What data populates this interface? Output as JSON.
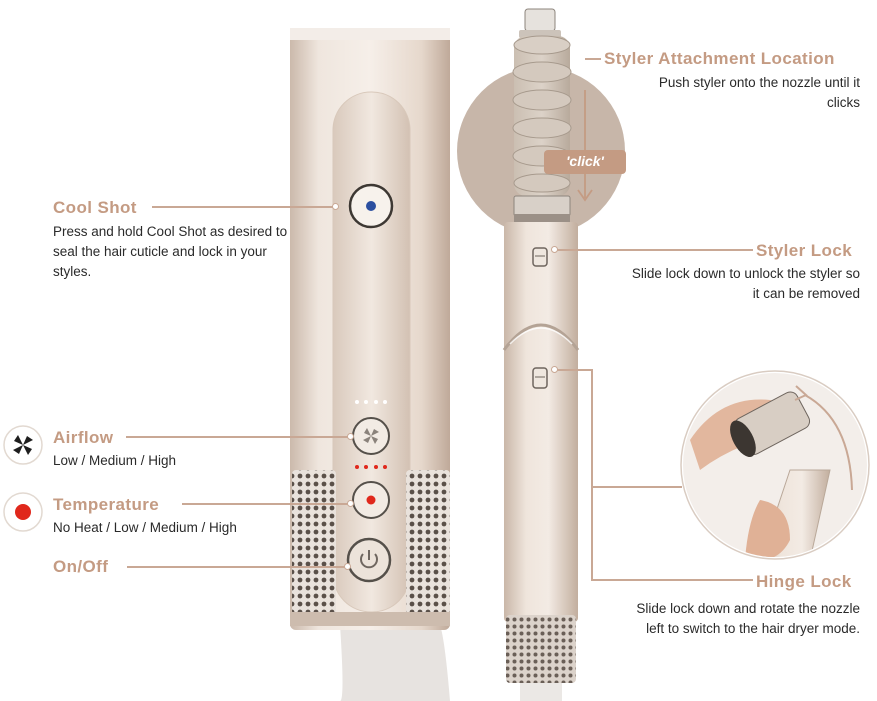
{
  "callouts": {
    "cool_shot": {
      "title": "Cool Shot",
      "desc": "Press and hold Cool Shot as desired to seal the hair cuticle and lock in your styles."
    },
    "airflow": {
      "title": "Airflow",
      "desc": "Low / Medium / High"
    },
    "temperature": {
      "title": "Temperature",
      "desc": "No Heat / Low / Medium / High"
    },
    "on_off": {
      "title": "On/Off"
    },
    "styler_attachment": {
      "title": "Styler Attachment Location",
      "desc": "Push styler onto the nozzle until it clicks"
    },
    "styler_lock": {
      "title": "Styler Lock",
      "desc": "Slide lock down to unlock the styler so it can be removed"
    },
    "hinge_lock": {
      "title": "Hinge Lock",
      "desc": "Slide lock down and rotate the nozzle left to switch to the hair dryer mode."
    }
  },
  "click_label": "'click'",
  "colors": {
    "accent": "#c49b83",
    "line": "#c9a895",
    "body": "#e8ddd4",
    "cool_dot": "#2b4fa0",
    "temp_dot": "#e0281c"
  },
  "icons": {
    "airflow": "fan-icon",
    "temperature": "red-dot-icon",
    "power": "power-icon"
  }
}
